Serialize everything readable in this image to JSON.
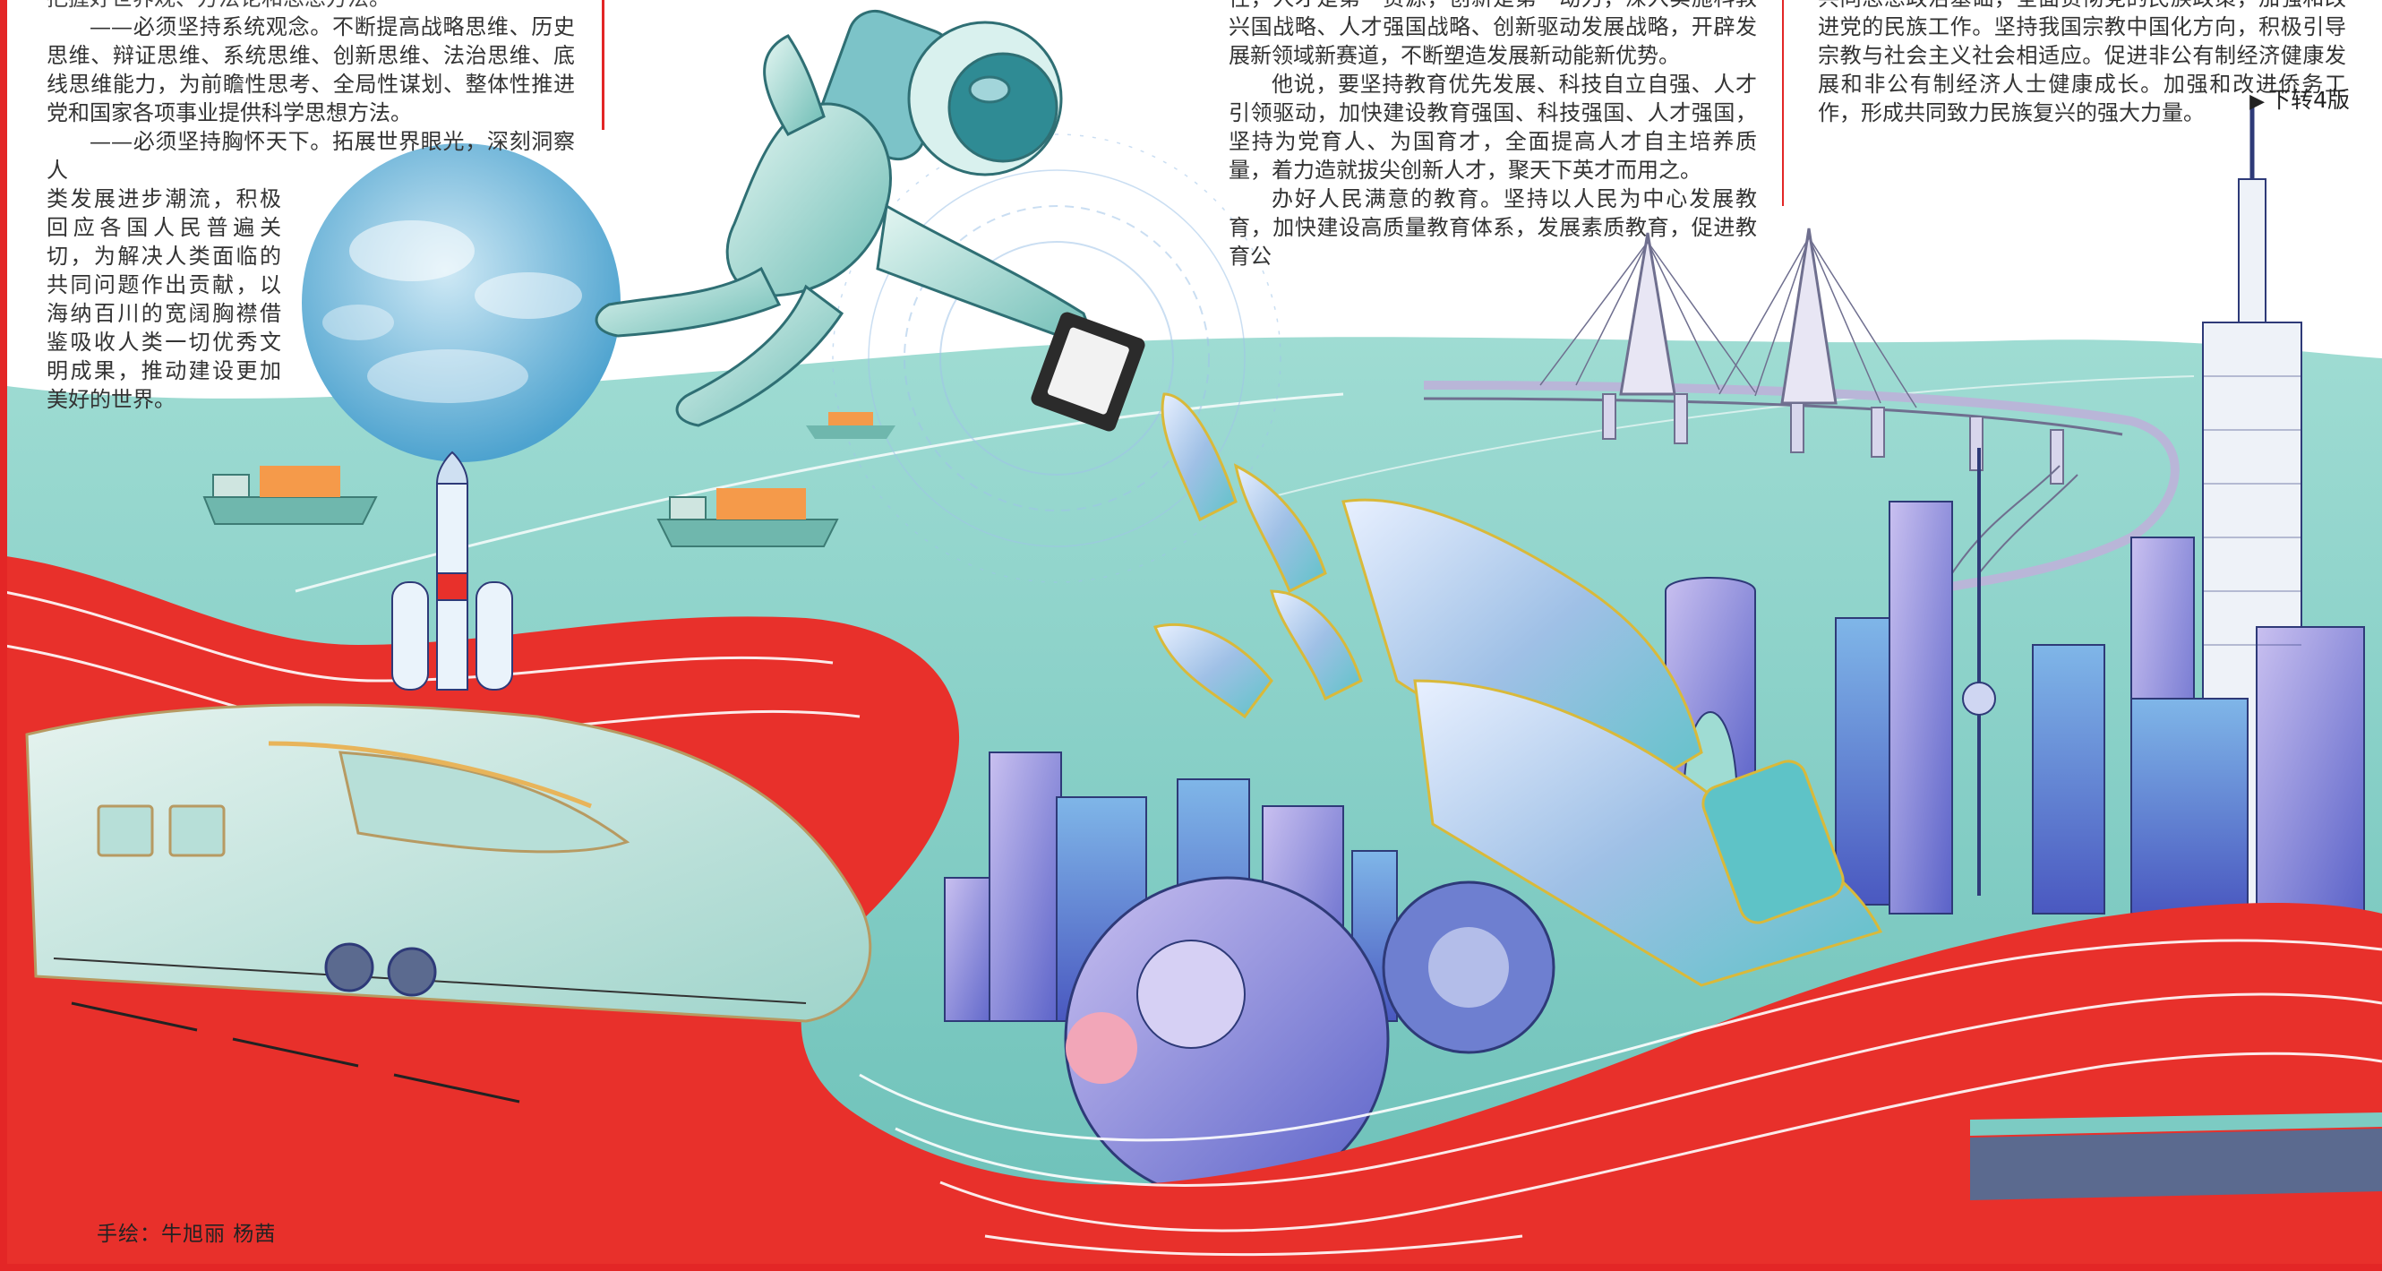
{
  "article": {
    "col1": {
      "line0": "把握好世界观、方法论和思想方法。",
      "p1": "——必须坚持系统观念。不断提高战略思维、历史思维、辩证思维、系统思维、创新思维、法治思维、底线思维能力，为前瞻性思考、全局性谋划、整体性推进党和国家各项事业提供科学思想方法。",
      "p2a": "——必须坚持胸怀天下。拓展世界眼光，深刻洞察人",
      "p2b": "类发展进步潮流，积极回应各国人民普遍关切，为解决人类面临的共同问题作出贡献，以海纳百川的宽阔胸襟借鉴吸收人类一切优秀文明成果，推动建设更加美好的世界。"
    },
    "col2": {
      "p1": "性，人才是第一资源，创新是第一动力，深入实施科教兴国战略、人才强国战略、创新驱动发展战略，开辟发展新领域新赛道，不断塑造发展新动能新优势。",
      "p2": "他说，要坚持教育优先发展、科技自立自强、人才引领驱动，加快建设教育强国、科技强国、人才强国，坚持为党育人、为国育才，全面提高人才自主培养质量，着力造就拔尖创新人才，聚天下英才而用之。",
      "p3": "办好人民满意的教育。坚持以人民为中心发展教育，加快建设高质量教育体系，发展素质教育，促进教育公"
    },
    "col3": {
      "p1": "共同思想政治基础，全面贯彻党的民族政策，加强和改进党的民族工作。坚持我国宗教中国化方向，积极引导宗教与社会主义社会相适应。促进非公有制经济健康发展和非公有制经济人士健康成长。加强和改进侨务工作，形成共同致力民族复兴的强大力量。"
    },
    "jump_note": "下转4版",
    "credit": "手绘：牛旭丽  杨茜"
  },
  "colors": {
    "accent_red": "#e32626",
    "teal": "#7ccbc3",
    "ribbon": "#e8302b"
  },
  "illustration": {
    "icons": [
      "astronaut-icon",
      "planet-icon",
      "rocket-icon",
      "bullet-train-icon",
      "robot-hand-icon",
      "bridge-icon",
      "skyscraper-icon",
      "cargo-ship-icon",
      "gear-icon",
      "tablet-icon"
    ]
  }
}
